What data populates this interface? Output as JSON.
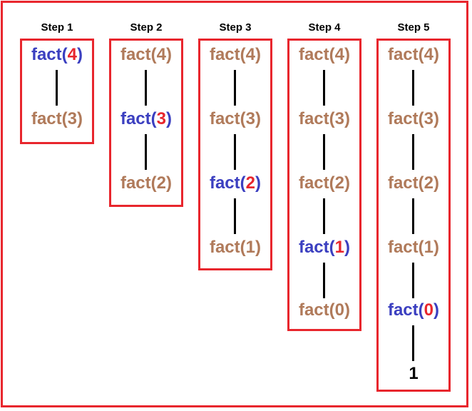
{
  "steps": [
    {
      "label": "Step 1",
      "active": 0,
      "nodes": [
        {
          "fn": "fact",
          "arg": "4"
        },
        {
          "fn": "fact",
          "arg": "3"
        }
      ]
    },
    {
      "label": "Step 2",
      "active": 1,
      "nodes": [
        {
          "fn": "fact",
          "arg": "4"
        },
        {
          "fn": "fact",
          "arg": "3"
        },
        {
          "fn": "fact",
          "arg": "2"
        }
      ]
    },
    {
      "label": "Step 3",
      "active": 2,
      "nodes": [
        {
          "fn": "fact",
          "arg": "4"
        },
        {
          "fn": "fact",
          "arg": "3"
        },
        {
          "fn": "fact",
          "arg": "2"
        },
        {
          "fn": "fact",
          "arg": "1"
        }
      ]
    },
    {
      "label": "Step 4",
      "active": 3,
      "nodes": [
        {
          "fn": "fact",
          "arg": "4"
        },
        {
          "fn": "fact",
          "arg": "3"
        },
        {
          "fn": "fact",
          "arg": "2"
        },
        {
          "fn": "fact",
          "arg": "1"
        },
        {
          "fn": "fact",
          "arg": "0"
        }
      ]
    },
    {
      "label": "Step 5",
      "active": 4,
      "nodes": [
        {
          "fn": "fact",
          "arg": "4"
        },
        {
          "fn": "fact",
          "arg": "3"
        },
        {
          "fn": "fact",
          "arg": "2"
        },
        {
          "fn": "fact",
          "arg": "1"
        },
        {
          "fn": "fact",
          "arg": "0"
        }
      ],
      "result": "1"
    }
  ],
  "colors": {
    "frame": "#e8262d",
    "active_fn": "#3b3fc0",
    "active_arg": "#e8262d",
    "inactive": "#b07a5a",
    "connector": "#000000"
  }
}
